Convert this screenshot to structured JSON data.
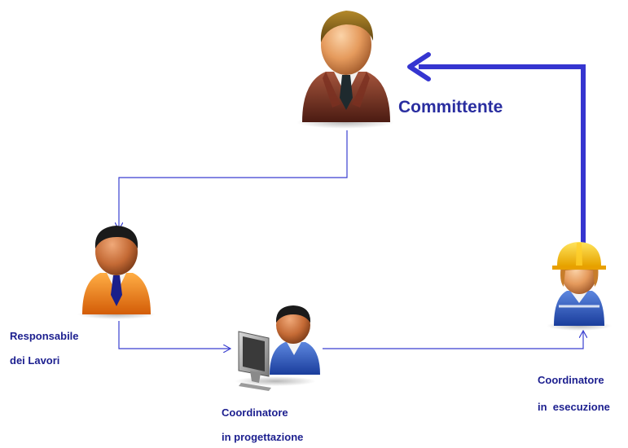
{
  "nodes": {
    "committente": {
      "label": "Committente"
    },
    "responsabile": {
      "line1": "Responsabile",
      "line2": "dei Lavori"
    },
    "progettazione": {
      "line1": "Coordinatore",
      "line2": "in progettazione"
    },
    "esecuzione": {
      "line1": "Coordinatore",
      "line2": "in  esecuzione"
    }
  },
  "colors": {
    "thin_arrow": "#3a3fd0",
    "thick_arrow": "#3535d0",
    "label_text": "#1c1f8f"
  },
  "icons": [
    "businessman-brown-icon",
    "businessman-orange-icon",
    "computer-user-icon",
    "construction-worker-icon"
  ]
}
